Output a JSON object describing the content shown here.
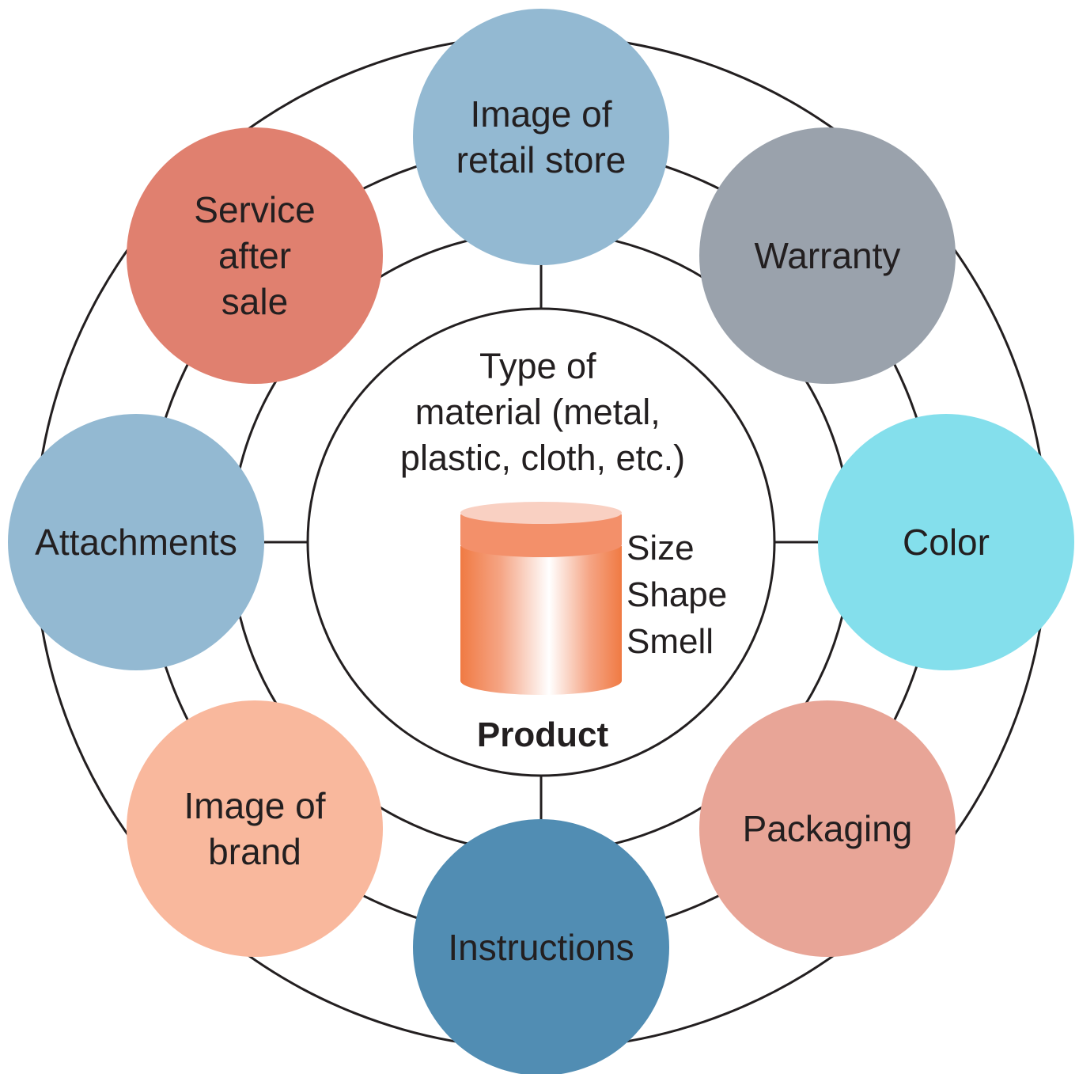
{
  "center": {
    "description_lines": [
      "Type of",
      "material (metal,",
      "plastic, cloth, etc.)"
    ],
    "attributes": [
      "Size",
      "Shape",
      "Smell"
    ],
    "label": "Product",
    "colors": {
      "jar_body": "#f07a43",
      "jar_lid_side": "#f3906a",
      "jar_lid_top": "#f9d0c2"
    }
  },
  "nodes": [
    {
      "id": "image-of-retail-store",
      "lines": [
        "Image of",
        "retail store"
      ],
      "color": "#93b9d2"
    },
    {
      "id": "warranty",
      "lines": [
        "Warranty"
      ],
      "color": "#9aa2ac"
    },
    {
      "id": "color",
      "lines": [
        "Color"
      ],
      "color": "#84dfec"
    },
    {
      "id": "packaging",
      "lines": [
        "Packaging"
      ],
      "color": "#e8a597"
    },
    {
      "id": "instructions",
      "lines": [
        "Instructions"
      ],
      "color": "#518db3"
    },
    {
      "id": "image-of-brand",
      "lines": [
        "Image of",
        "brand"
      ],
      "color": "#f9b89d"
    },
    {
      "id": "attachments",
      "lines": [
        "Attachments"
      ],
      "color": "#93b9d2"
    },
    {
      "id": "service-after-sale",
      "lines": [
        "Service",
        "after",
        "sale"
      ],
      "color": "#e0806f"
    }
  ]
}
